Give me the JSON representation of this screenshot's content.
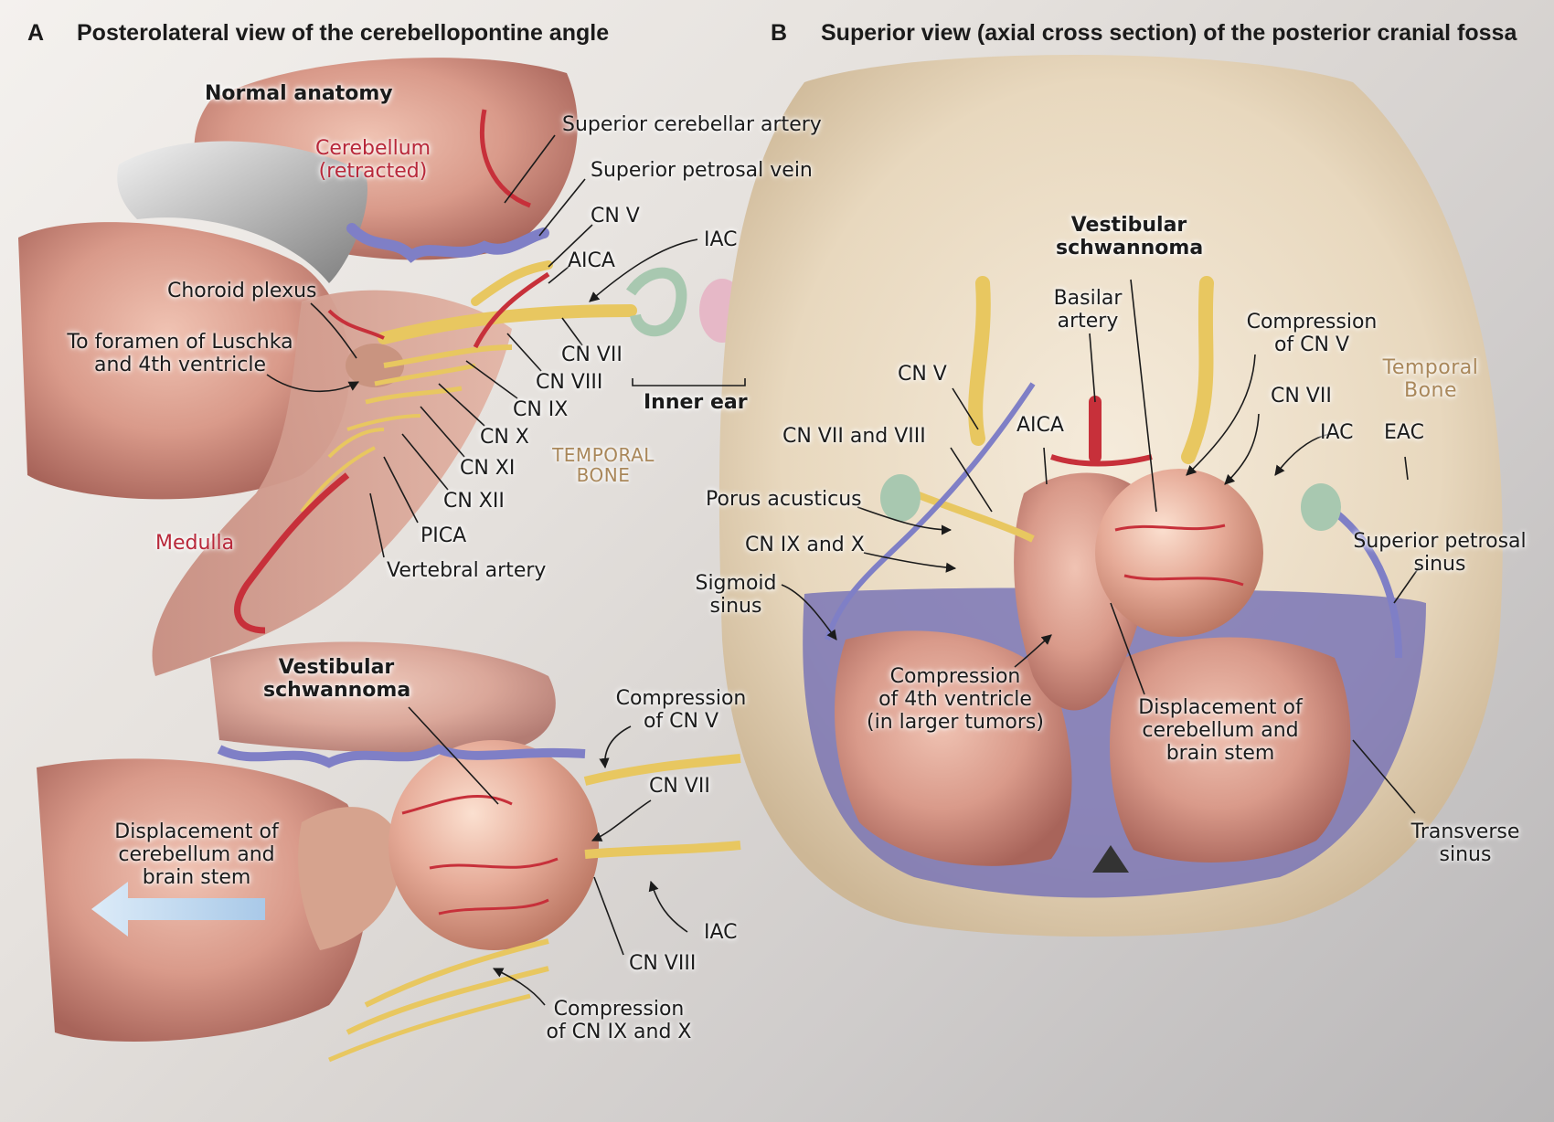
{
  "panel_a": {
    "letter": "A",
    "title": "Posterolateral view of the cerebellopontine angle",
    "normal_anatomy": "Normal anatomy",
    "cerebellum_l1": "Cerebellum",
    "cerebellum_l2": "(retracted)",
    "superior_cerebellar_artery": "Superior cerebellar artery",
    "superior_petrosal_vein": "Superior petrosal vein",
    "cn_v": "CN V",
    "aica": "AICA",
    "iac": "IAC",
    "choroid_plexus": "Choroid plexus",
    "luschka_l1": "To foramen of Luschka",
    "luschka_l2": "and 4th ventricle",
    "cn_vii": "CN VII",
    "cn_viii": "CN VIII",
    "inner_ear": "Inner ear",
    "cn_ix": "CN IX",
    "cn_x": "CN X",
    "cn_xi": "CN XI",
    "cn_xii": "CN XII",
    "temporal_l1": "TEMPORAL",
    "temporal_l2": "BONE",
    "pica": "PICA",
    "medulla": "Medulla",
    "vertebral_artery": "Vertebral artery",
    "tumor_vs_l1": "Vestibular",
    "tumor_vs_l2": "schwannoma",
    "tumor_comp_v_l1": "Compression",
    "tumor_comp_v_l2": "of CN V",
    "tumor_cn_vii": "CN VII",
    "tumor_disp_l1": "Displacement of",
    "tumor_disp_l2": "cerebellum and",
    "tumor_disp_l3": "brain stem",
    "tumor_iac": "IAC",
    "tumor_cn_viii": "CN VIII",
    "tumor_comp_ix_l1": "Compression",
    "tumor_comp_ix_l2": "of CN IX and X"
  },
  "panel_b": {
    "letter": "B",
    "title": "Superior view (axial cross section) of the posterior cranial fossa",
    "vs_l1": "Vestibular",
    "vs_l2": "schwannoma",
    "basilar_l1": "Basilar",
    "basilar_l2": "artery",
    "comp_v_l1": "Compression",
    "comp_v_l2": "of CN V",
    "temporal_l1": "Temporal",
    "temporal_l2": "Bone",
    "cn_v": "CN V",
    "cn_vii": "CN VII",
    "cn_vii_viii": "CN VII and VIII",
    "aica": "AICA",
    "iac": "IAC",
    "eac": "EAC",
    "porus": "Porus acusticus",
    "cn_ix_x": "CN IX and X",
    "sigmoid_l1": "Sigmoid",
    "sigmoid_l2": "sinus",
    "sup_petrosal_l1": "Superior petrosal",
    "sup_petrosal_l2": "sinus",
    "comp4_l1": "Compression",
    "comp4_l2": "of 4th ventricle",
    "comp4_l3": "(in larger tumors)",
    "disp_l1": "Displacement of",
    "disp_l2": "cerebellum and",
    "disp_l3": "brain stem",
    "transverse_l1": "Transverse",
    "transverse_l2": "sinus"
  },
  "colors": {
    "tissue": "#d99a8a",
    "tissue_dark": "#b86e62",
    "nerve": "#e8c760",
    "artery": "#c7303a",
    "vein": "#7f7fc6",
    "bone": "#eadcc4",
    "label_red": "#b8283a",
    "label_bone": "#a9875a"
  }
}
